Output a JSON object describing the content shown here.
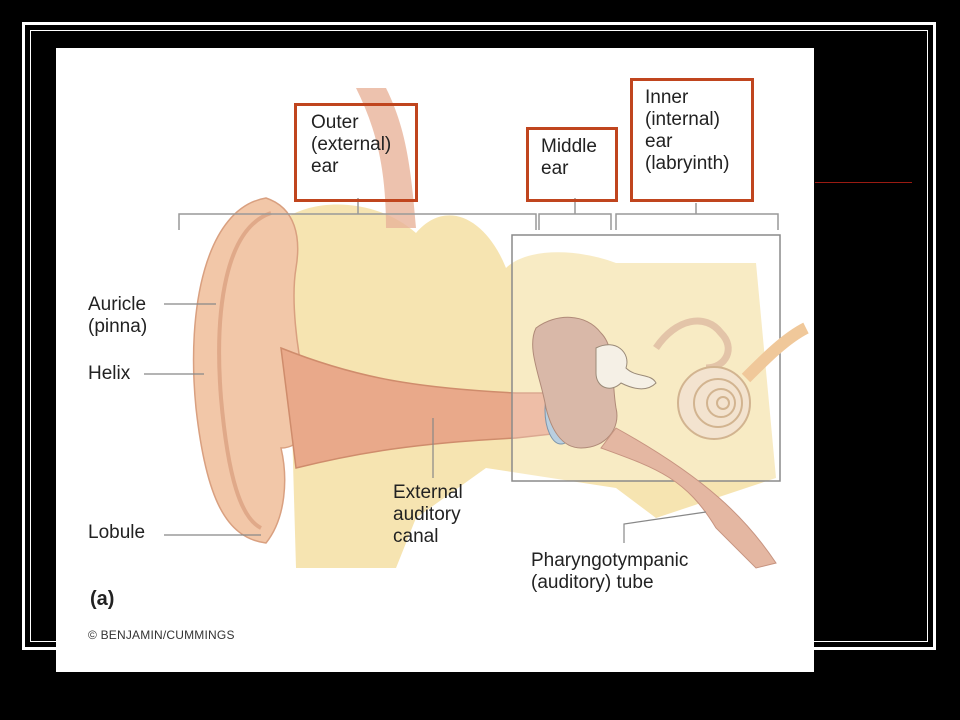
{
  "regions": {
    "outer": "Outer\n(external)\near",
    "middle": "Middle\near",
    "inner": "Inner\n(internal)\near\n(labryinth)"
  },
  "labels": {
    "auricle": "Auricle\n(pinna)",
    "helix": "Helix",
    "lobule": "Lobule",
    "external_auditory_canal": "External\nauditory\ncanal",
    "pharyngotympanic_tube": "Pharyngotympanic\n(auditory) tube"
  },
  "figure_letter": "(a)",
  "copyright": "© BENJAMIN/CUMMINGS",
  "colors": {
    "highlight_box": "#c0451e",
    "skin": "#f2c7a8",
    "bone": "#f4dfa3",
    "canal": "#e9a98a"
  }
}
